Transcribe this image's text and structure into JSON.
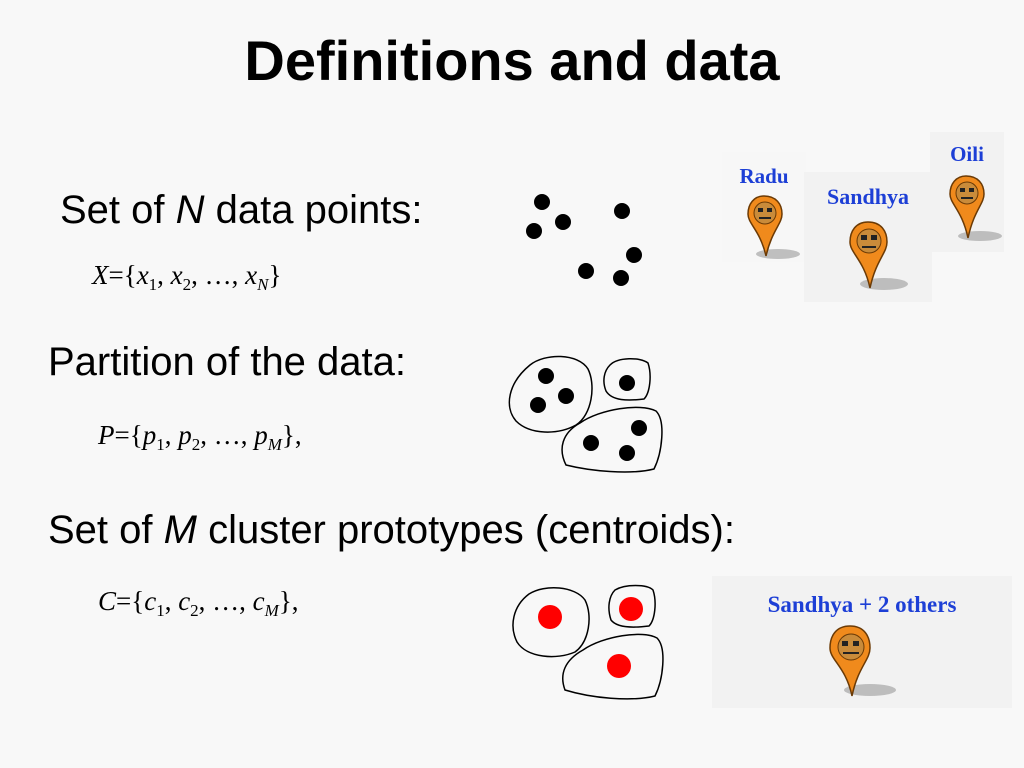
{
  "slide": {
    "title": "Definitions and data"
  },
  "sections": {
    "data_points": {
      "heading_pre": "Set of ",
      "heading_var": "N",
      "heading_post": " data points:",
      "formula": {
        "lhs": "X",
        "eq": "={",
        "v1": "x",
        "s1": "1",
        "v2": "x",
        "s2": "2",
        "dots": "…",
        "vn": "x",
        "sn": "N",
        "close": "}",
        "sep": ", "
      }
    },
    "partition": {
      "heading": "Partition of the data:",
      "formula": {
        "lhs": "P",
        "eq": "={",
        "v1": "p",
        "s1": "1",
        "v2": "p",
        "s2": "2",
        "dots": "…",
        "vn": "p",
        "sn": "M",
        "close": "},",
        "sep": ", "
      }
    },
    "centroids": {
      "heading_pre": "Set of ",
      "heading_var": "M",
      "heading_post": " cluster prototypes (centroids):",
      "formula": {
        "lhs": "C",
        "eq": "={",
        "v1": "c",
        "s1": "1",
        "v2": "c",
        "s2": "2",
        "dots": "…",
        "vn": "c",
        "sn": "M",
        "close": "},",
        "sep": ", "
      }
    }
  },
  "markers": {
    "radu": "Radu",
    "sandhya": "Sandhya",
    "oili": "Oili",
    "combined": "Sandhya + 2 others",
    "icon": "map-pin-face-icon",
    "pin_color": "#f08a1c",
    "label_color": "#1d3fd6"
  },
  "colors": {
    "point": "#000000",
    "centroid": "#ff0000",
    "cluster_outline": "#000000"
  }
}
